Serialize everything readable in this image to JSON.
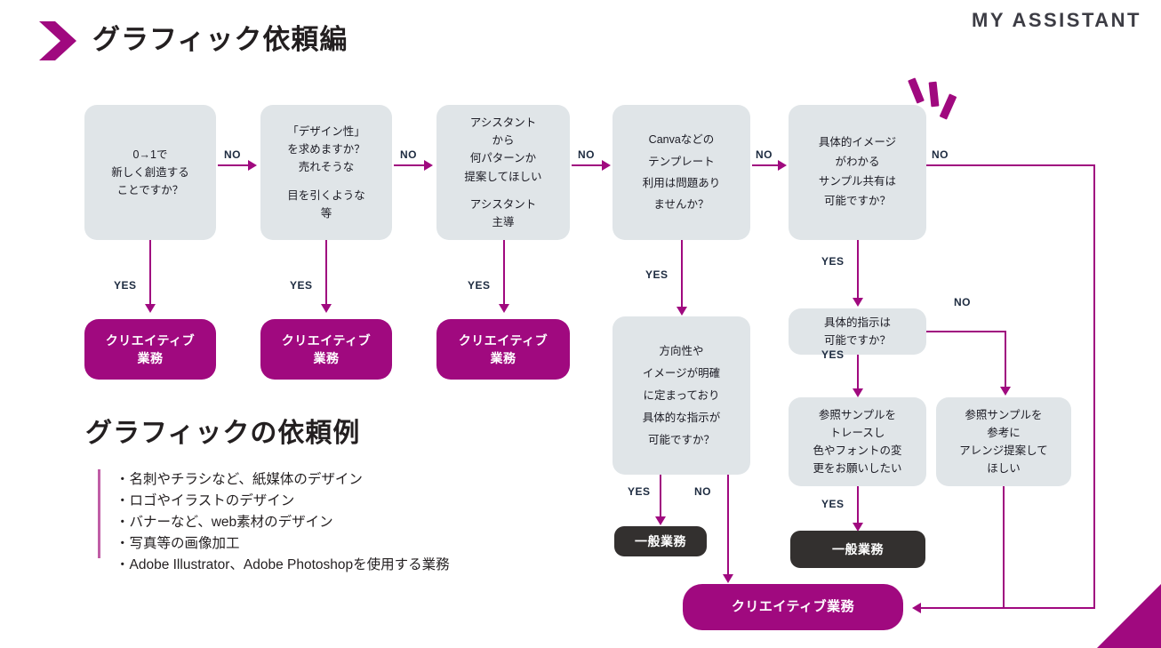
{
  "header": {
    "title": "グラフィック依頼編",
    "brand": "MY ASSISTANT",
    "chevron_icon": "chevron-right-icon",
    "accent_color": "#a0097f",
    "title_color": "#231f20"
  },
  "chart_data": {
    "type": "diagram",
    "title": "グラフィック依頼編",
    "subtype": "decision-flowchart",
    "colors": {
      "question": "#e0e5e8",
      "creative": "#a0097f",
      "general": "#33302f",
      "edge": "#a0097f",
      "label": "#1d2b40"
    },
    "nodes": [
      {
        "id": "q1",
        "kind": "question",
        "lines": [
          "0→1で",
          "新しく創造する",
          "ことですか？"
        ]
      },
      {
        "id": "q2",
        "kind": "question",
        "lines": [
          "「デザイン性」",
          "を求めますか？",
          "売れそうな",
          "",
          "目を引くような",
          "等"
        ]
      },
      {
        "id": "q3",
        "kind": "question",
        "lines": [
          "アシスタント",
          "から",
          "何パターンか",
          "提案してほしい",
          "",
          "アシスタント",
          "主導"
        ]
      },
      {
        "id": "q4",
        "kind": "question",
        "lines": [
          "Canvaなどの",
          "テンプレート",
          "利用は問題あり",
          "ませんか？"
        ]
      },
      {
        "id": "q5",
        "kind": "question",
        "lines": [
          "具体的イメージ",
          "がわかる",
          "サンプル共有は",
          "可能ですか？"
        ]
      },
      {
        "id": "q6",
        "kind": "question",
        "lines": [
          "方向性や",
          "イメージが明確",
          "に定まっており",
          "具体的な指示が",
          "可能ですか？"
        ]
      },
      {
        "id": "q7",
        "kind": "question",
        "lines": [
          "具体的指示は",
          "可能ですか？"
        ]
      },
      {
        "id": "q8",
        "kind": "question",
        "lines": [
          "参照サンプルを",
          "トレースし",
          "色やフォントの変",
          "更をお願いしたい"
        ]
      },
      {
        "id": "q9",
        "kind": "question",
        "lines": [
          "参照サンプルを",
          "参考に",
          "アレンジ提案して",
          "ほしい"
        ]
      },
      {
        "id": "r1",
        "kind": "creative",
        "lines": [
          "クリエイティブ",
          "業務"
        ]
      },
      {
        "id": "r2",
        "kind": "creative",
        "lines": [
          "クリエイティブ",
          "業務"
        ]
      },
      {
        "id": "r3",
        "kind": "creative",
        "lines": [
          "クリエイティブ",
          "業務"
        ]
      },
      {
        "id": "g1",
        "kind": "general",
        "lines": [
          "一般業務"
        ]
      },
      {
        "id": "g2",
        "kind": "general",
        "lines": [
          "一般業務"
        ]
      },
      {
        "id": "rf",
        "kind": "creative",
        "lines": [
          "クリエイティブ業務"
        ]
      }
    ],
    "edges": [
      {
        "from": "q1",
        "to": "q2",
        "label": "NO",
        "dir": "right"
      },
      {
        "from": "q1",
        "to": "r1",
        "label": "YES",
        "dir": "down"
      },
      {
        "from": "q2",
        "to": "q3",
        "label": "NO",
        "dir": "right"
      },
      {
        "from": "q2",
        "to": "r2",
        "label": "YES",
        "dir": "down"
      },
      {
        "from": "q3",
        "to": "q4",
        "label": "NO",
        "dir": "right"
      },
      {
        "from": "q3",
        "to": "r3",
        "label": "YES",
        "dir": "down"
      },
      {
        "from": "q4",
        "to": "q5",
        "label": "NO",
        "dir": "right"
      },
      {
        "from": "q4",
        "to": "q6",
        "label": "YES",
        "dir": "down"
      },
      {
        "from": "q5",
        "to": "rf",
        "label": "NO",
        "dir": "right-down"
      },
      {
        "from": "q5",
        "to": "q7",
        "label": "YES",
        "dir": "down"
      },
      {
        "from": "q6",
        "to": "g1",
        "label": "YES",
        "dir": "down"
      },
      {
        "from": "q6",
        "to": "rf",
        "label": "NO",
        "dir": "down"
      },
      {
        "from": "q7",
        "to": "q8",
        "label": "YES",
        "dir": "down"
      },
      {
        "from": "q7",
        "to": "q9",
        "label": "NO",
        "dir": "right-down"
      },
      {
        "from": "q8",
        "to": "g2",
        "label": "YES",
        "dir": "down"
      },
      {
        "from": "q9",
        "to": "rf",
        "label": "",
        "dir": "down-left"
      }
    ]
  },
  "flow": {
    "q1": {
      "l1": "0→1で",
      "l2": "新しく創造する",
      "l3": "ことですか？"
    },
    "q2": {
      "l1": "「デザイン性」",
      "l2": "を求めますか？",
      "l3": "売れそうな",
      "l4": "目を引くような",
      "l5": "等"
    },
    "q3": {
      "l1": "アシスタント",
      "l2": "から",
      "l3": "何パターンか",
      "l4": "提案してほしい",
      "l5": "アシスタント",
      "l6": "主導"
    },
    "q4": {
      "l1": "Canvaなどの",
      "l2": "テンプレート",
      "l3": "利用は問題あり",
      "l4": "ませんか？"
    },
    "q5": {
      "l1": "具体的イメージ",
      "l2": "がわかる",
      "l3": "サンプル共有は",
      "l4": "可能ですか？"
    },
    "q6": {
      "l1": "方向性や",
      "l2": "イメージが明確",
      "l3": "に定まっており",
      "l4": "具体的な指示が",
      "l5": "可能ですか？"
    },
    "q7": {
      "l1": "具体的指示は",
      "l2": "可能ですか？"
    },
    "q8": {
      "l1": "参照サンプルを",
      "l2": "トレースし",
      "l3": "色やフォントの変",
      "l4": "更をお願いしたい"
    },
    "q9": {
      "l1": "参照サンプルを",
      "l2": "参考に",
      "l3": "アレンジ提案して",
      "l4": "ほしい"
    },
    "r1": {
      "l1": "クリエイティブ",
      "l2": "業務"
    },
    "r2": {
      "l1": "クリエイティブ",
      "l2": "業務"
    },
    "r3": {
      "l1": "クリエイティブ",
      "l2": "業務"
    },
    "g1": {
      "l1": "一般業務"
    },
    "g2": {
      "l1": "一般業務"
    },
    "rf": {
      "l1": "クリエイティブ業務"
    }
  },
  "labels": {
    "no1": "NO",
    "no2": "NO",
    "no3": "NO",
    "no4": "NO",
    "no5": "NO",
    "no6": "NO",
    "no7": "NO",
    "yes1": "YES",
    "yes2": "YES",
    "yes3": "YES",
    "yes4": "YES",
    "yes5": "YES",
    "yes6": "YES",
    "yes7": "YES",
    "yes8": "YES"
  },
  "examples": {
    "title": "グラフィックの依頼例",
    "items": [
      "・名刺やチラシなど、紙媒体のデザイン",
      "・ロゴやイラストのデザイン",
      "・バナーなど、web素材のデザイン",
      "・写真等の画像加工",
      "・Adobe Illustrator、Adobe Photoshopを使用する業務"
    ]
  }
}
